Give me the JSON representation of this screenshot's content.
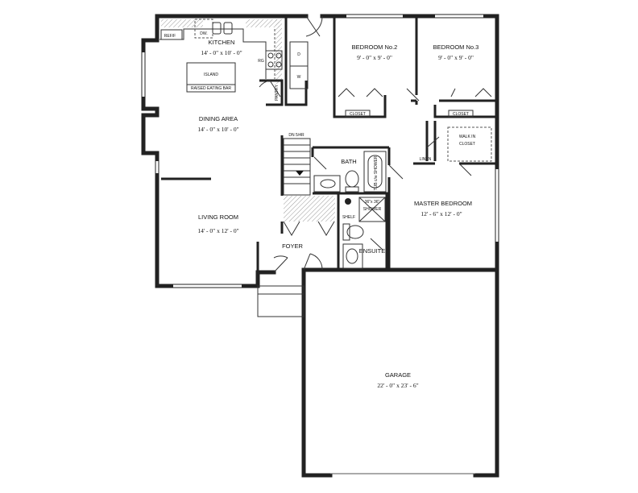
{
  "rooms": {
    "kitchen": {
      "name": "KITCHEN",
      "size": "14' - 0\" x 10' - 0\""
    },
    "dining": {
      "name": "DINING AREA",
      "size": "14' - 0\" x 10' - 0\""
    },
    "living": {
      "name": "LIVING ROOM",
      "size": "14' - 0\" x 12' - 0\""
    },
    "bedroom2": {
      "name": "BEDROOM No.2",
      "size": "9' - 0\" x 9' - 0\""
    },
    "bedroom3": {
      "name": "BEDROOM No.3",
      "size": "9' - 0\" x 9' - 0\""
    },
    "master": {
      "name": "MASTER BEDROOM",
      "size": "12' - 6\" x 12' - 0\""
    },
    "garage": {
      "name": "GARAGE",
      "size": "22' - 0\" x 23' - 6\""
    },
    "bath": {
      "name": "BATH"
    },
    "ensuite": {
      "name": "ENSUITE"
    },
    "foyer": {
      "name": "FOYER"
    }
  },
  "fixtures": {
    "refrigerator": "REF/F",
    "dishwasher": "DW.",
    "range": "RG",
    "dryer": "D",
    "washer": "W",
    "pantry": "PANTRY",
    "island": "ISLAND",
    "eating_bar": "RAISED EATING BAR",
    "stairs": "DN 5/4R",
    "closet2": "CLOSET",
    "closet3": "CLOSET",
    "walkin_line1": "WALK IN",
    "walkin_line2": "CLOSET",
    "linen": "LINEN",
    "tub": "TUB c/w SHOWER",
    "shower_line1": "36\"x 36\"",
    "shower_line2": "SHOWER",
    "shelf": "SHELF"
  }
}
